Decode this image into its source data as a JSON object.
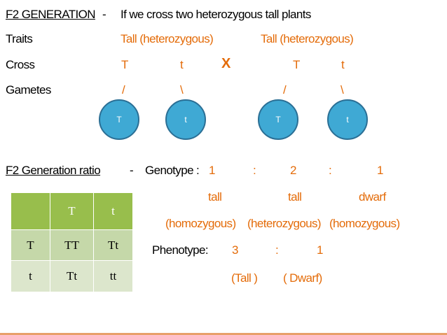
{
  "header": {
    "label": "F2 GENERATION",
    "dash": "-",
    "text": "If we cross two heterozygous  tall plants"
  },
  "traits": {
    "label": "Traits",
    "left": "Tall (heterozygous)",
    "right": "Tall (heterozygous)"
  },
  "cross": {
    "label": "Cross",
    "p1": "T",
    "p2": "t",
    "x": "X",
    "p3": "T",
    "p4": "t"
  },
  "gametes": {
    "label": "Gametes",
    "s1": "/",
    "s2": "\\",
    "s3": "/",
    "s4": "\\"
  },
  "circles": [
    "T",
    "t",
    "T",
    "t"
  ],
  "ratio": {
    "label": "F2 Generation  ratio",
    "dash": "-",
    "genotype_label": "Genotype :",
    "g1": "1",
    "c1": ":",
    "g2": "2",
    "c2": ":",
    "g3": "1",
    "tall1": "tall",
    "tall2": "tall",
    "dwarf": "dwarf",
    "homo1": "(homozygous)",
    "hetero": "(heterozygous)",
    "homo2": "(homozygous)",
    "phenotype_label": "Phenotype:",
    "p1": "3",
    "pc": ":",
    "p2": "1",
    "tall_label": "(Tall )",
    "dwarf_label": "(   Dwarf)"
  },
  "punnett": {
    "header": [
      "",
      "T",
      "t"
    ],
    "rows": [
      [
        "T",
        "TT",
        "Tt"
      ],
      [
        "t",
        "Tt",
        "tt"
      ]
    ]
  },
  "colors": {
    "accent": "#E46C0A",
    "circle": "#3FA9D4",
    "table_header": "#98BE4C",
    "table_row1": "#C5D8A9",
    "table_row2": "#DCE6CC"
  }
}
